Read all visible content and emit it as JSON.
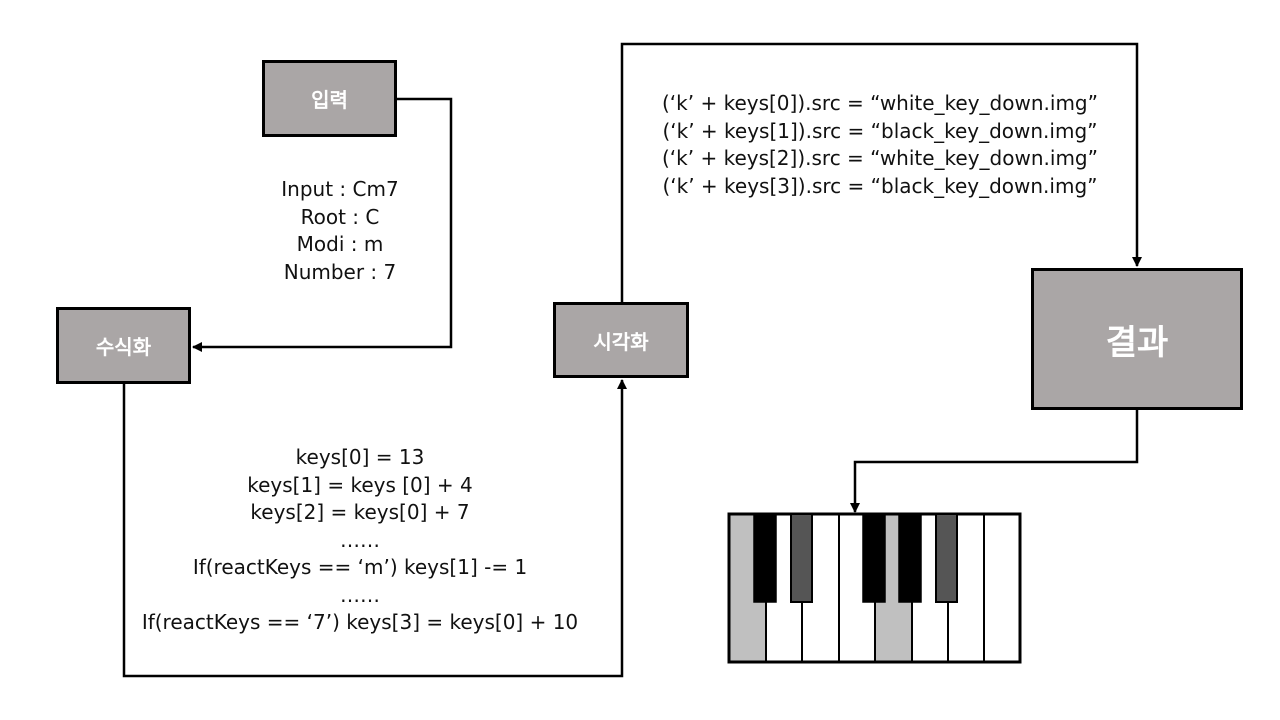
{
  "boxes": {
    "input": "입력",
    "formula": "수식화",
    "visualize": "시각화",
    "result": "결과"
  },
  "input_vars": [
    "Input : Cm7",
    "Root : C",
    "Modi : m",
    "Number : 7"
  ],
  "formula_code": [
    "keys[0] = 13",
    "keys[1] = keys [0] + 4",
    "keys[2] = keys[0] + 7",
    "……",
    "If(reactKeys == ‘m’) keys[1] -= 1",
    "……",
    "If(reactKeys == ‘7’) keys[3] = keys[0] + 10"
  ],
  "visual_code": [
    "(‘k’ + keys[0]).src = “white_key_down.img”",
    "(‘k’ + keys[1]).src = “black_key_down.img”",
    "(‘k’ + keys[2]).src = “white_key_down.img”",
    "(‘k’ + keys[3]).src = “black_key_down.img”"
  ],
  "colors": {
    "box_fill": "#aaa6a6",
    "pressed_white": "#c0c0c0",
    "pressed_black": "#555555"
  }
}
